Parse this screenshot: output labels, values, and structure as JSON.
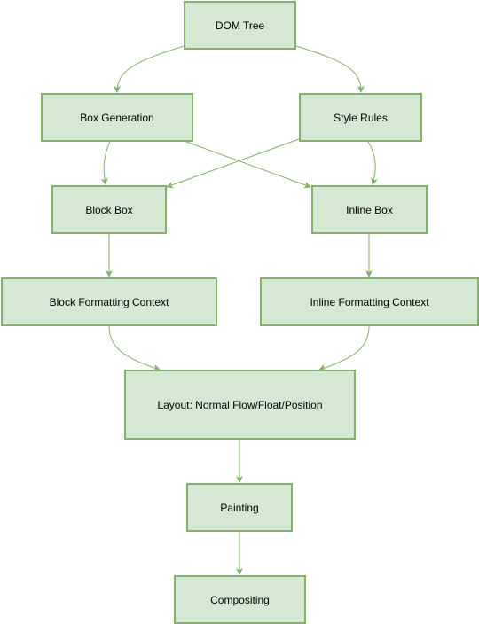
{
  "diagram": {
    "colors": {
      "node_fill": "#d5e8d4",
      "node_stroke": "#82b366",
      "edge": "#82b366",
      "text": "#000000"
    },
    "nodes": {
      "dom_tree": "DOM Tree",
      "box_generation": "Box Generation",
      "style_rules": "Style Rules",
      "block_box": "Block Box",
      "inline_box": "Inline Box",
      "block_formatting_context": "Block Formatting Context",
      "inline_formatting_context": "Inline Formatting Context",
      "layout": "Layout: Normal Flow/Float/Position",
      "painting": "Painting",
      "compositing": "Compositing"
    },
    "edges": [
      {
        "from": "DOM Tree",
        "to": "Box Generation"
      },
      {
        "from": "DOM Tree",
        "to": "Style Rules"
      },
      {
        "from": "Box Generation",
        "to": "Block Box"
      },
      {
        "from": "Box Generation",
        "to": "Inline Box"
      },
      {
        "from": "Style Rules",
        "to": "Block Box"
      },
      {
        "from": "Style Rules",
        "to": "Inline Box"
      },
      {
        "from": "Block Box",
        "to": "Block Formatting Context"
      },
      {
        "from": "Inline Box",
        "to": "Inline Formatting Context"
      },
      {
        "from": "Block Formatting Context",
        "to": "Layout: Normal Flow/Float/Position"
      },
      {
        "from": "Inline Formatting Context",
        "to": "Layout: Normal Flow/Float/Position"
      },
      {
        "from": "Layout: Normal Flow/Float/Position",
        "to": "Painting"
      },
      {
        "from": "Painting",
        "to": "Compositing"
      }
    ]
  }
}
